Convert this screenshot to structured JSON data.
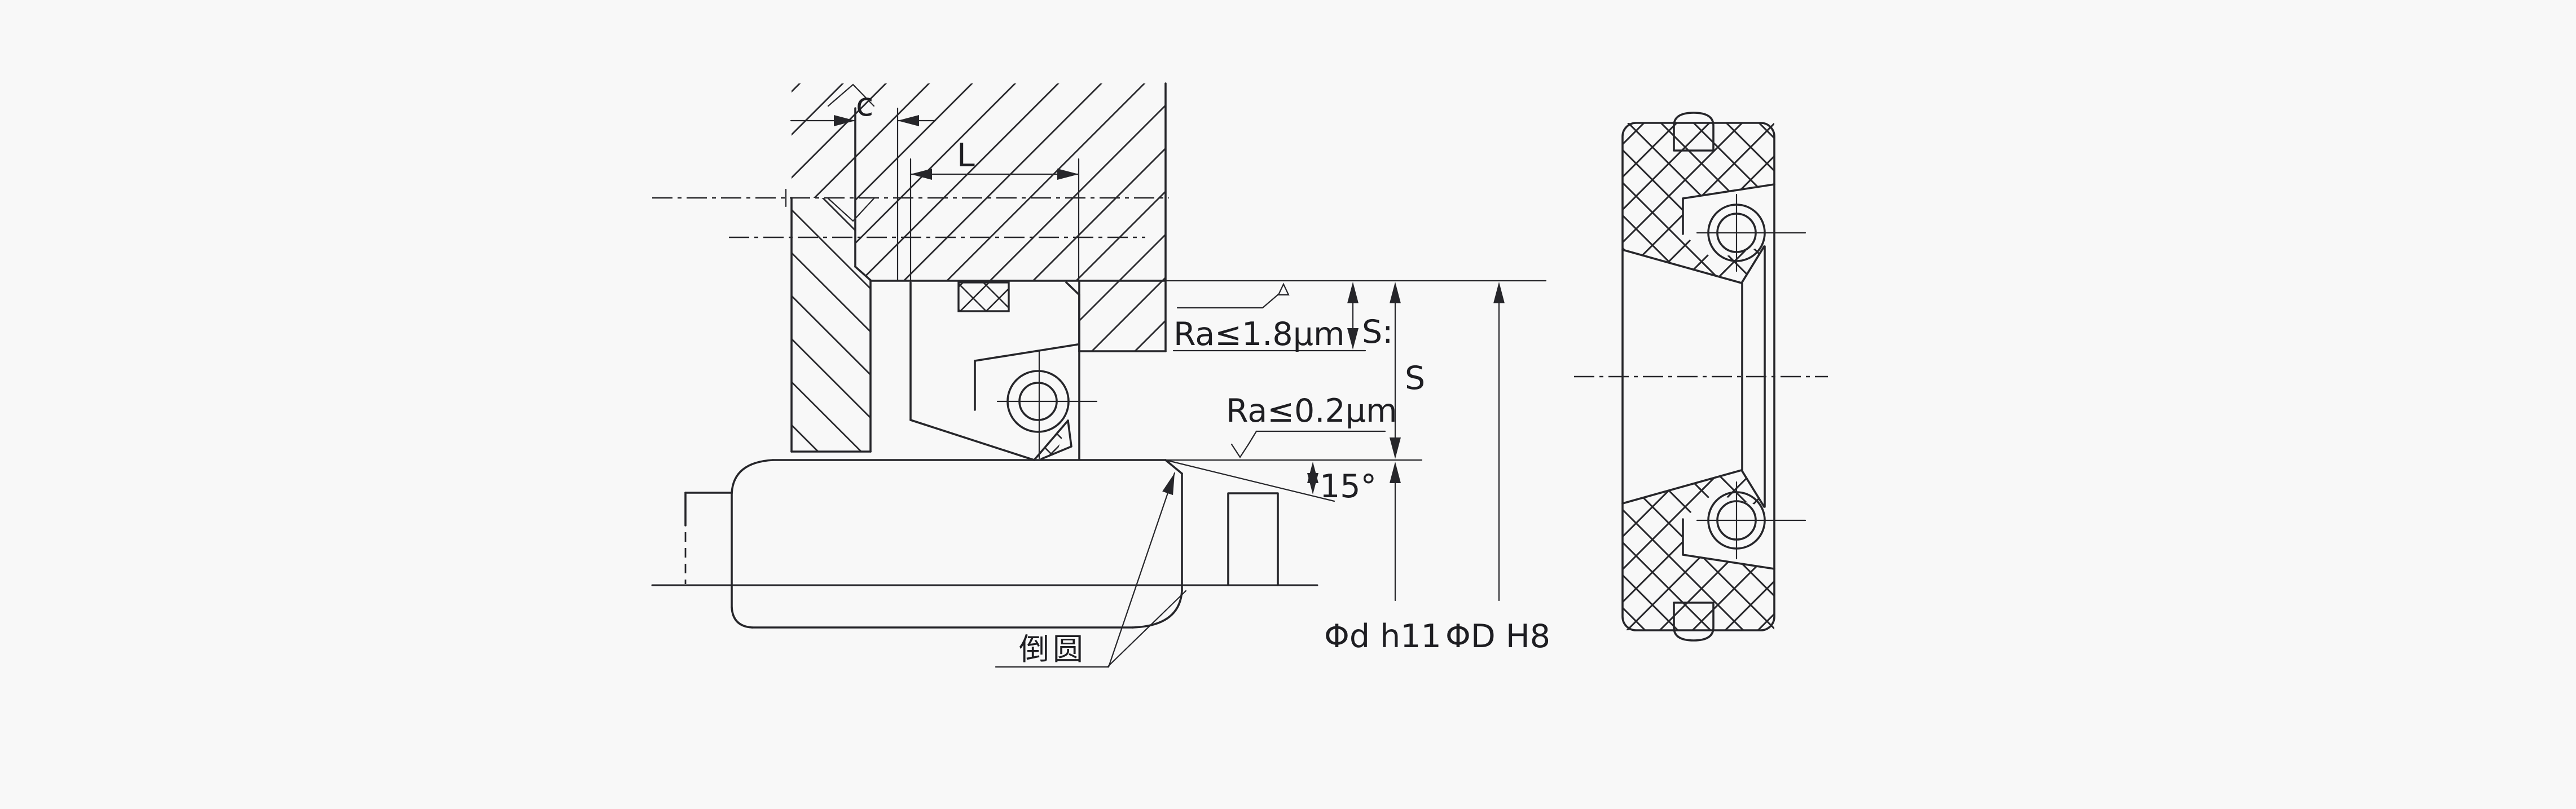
{
  "drawing": {
    "type": "engineering-section-drawing",
    "subject": "rotary shaft oil seal installation",
    "background_color": "#f8f8f8",
    "line_color": "#26262a",
    "labels": {
      "dim_c": "c",
      "dim_l": "L",
      "roughness_bore": "Ra≤1.8μm",
      "dim_s1": "S:",
      "dim_s": "S",
      "roughness_shaft": "Ra≤0.2μm",
      "angle_lead_in": "15°",
      "note_rounding": "倒圆",
      "fit_shaft": "Φd h11",
      "fit_bore": "ΦD H8"
    }
  }
}
